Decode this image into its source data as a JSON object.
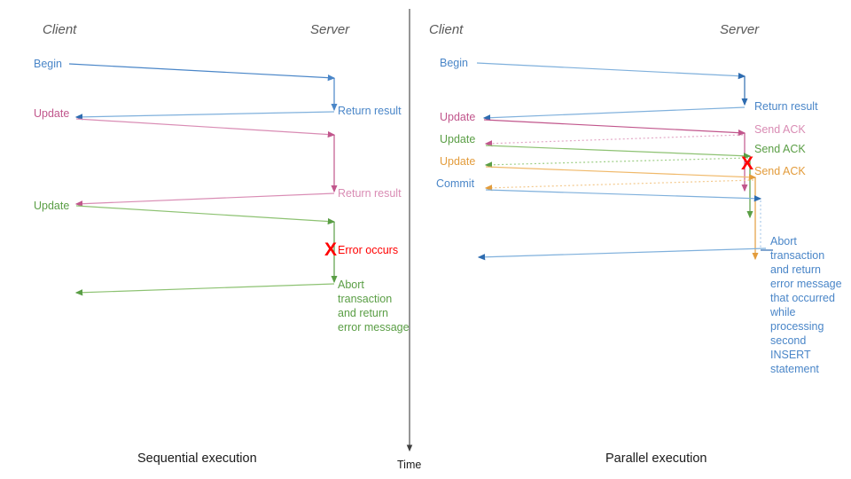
{
  "colors": {
    "blue": "#4a86c8",
    "blue_dark": "#2e6cb0",
    "pink": "#c1568c",
    "pink_light": "#d98cb4",
    "green": "#5a9e45",
    "green_light": "#8dc272",
    "orange": "#e39c3c",
    "orange_light": "#f0b96a",
    "red": "#ff0000",
    "header_gray": "#595959",
    "caption_black": "#1a1a1a",
    "axis_gray": "#404040"
  },
  "axis": {
    "time_label": "Time"
  },
  "panels": [
    {
      "id": "sequential",
      "caption": "Sequential execution",
      "lanes": {
        "client": "Client",
        "server": "Server"
      },
      "messages": [
        {
          "label": "Begin",
          "color_key": "blue",
          "side": "client",
          "kind": "request"
        },
        {
          "label": "Return result",
          "color_key": "blue",
          "side": "server",
          "kind": "response"
        },
        {
          "label": "Update",
          "color_key": "pink",
          "side": "client",
          "kind": "request"
        },
        {
          "label": "Return result",
          "color_key": "pink",
          "side": "server",
          "kind": "response"
        },
        {
          "label": "Update",
          "color_key": "green",
          "side": "client",
          "kind": "request"
        }
      ],
      "error": {
        "mark": "X",
        "label": "Error occurs"
      },
      "note": {
        "color_key": "green",
        "lines": [
          "Abort",
          "transaction",
          "and return",
          "error message"
        ]
      }
    },
    {
      "id": "parallel",
      "caption": "Parallel execution",
      "lanes": {
        "client": "Client",
        "server": "Server"
      },
      "messages": [
        {
          "label": "Begin",
          "color_key": "blue",
          "side": "client",
          "kind": "request"
        },
        {
          "label": "Return result",
          "color_key": "blue",
          "side": "server",
          "kind": "response"
        },
        {
          "label": "Update",
          "color_key": "pink",
          "side": "client",
          "kind": "request"
        },
        {
          "label": "Send ACK",
          "color_key": "pink",
          "side": "server",
          "kind": "ack"
        },
        {
          "label": "Update",
          "color_key": "green",
          "side": "client",
          "kind": "request"
        },
        {
          "label": "Send ACK",
          "color_key": "green",
          "side": "server",
          "kind": "ack"
        },
        {
          "label": "Update",
          "color_key": "orange",
          "side": "client",
          "kind": "request"
        },
        {
          "label": "Send ACK",
          "color_key": "orange",
          "side": "server",
          "kind": "ack"
        },
        {
          "label": "Commit",
          "color_key": "blue",
          "side": "client",
          "kind": "request"
        }
      ],
      "error": {
        "mark": "X",
        "label": ""
      },
      "note": {
        "color_key": "blue",
        "lines": [
          "Abort",
          "transaction",
          "and return",
          "error message",
          "that occurred",
          "while",
          "processing",
          "second",
          "INSERT",
          "statement"
        ]
      }
    }
  ]
}
